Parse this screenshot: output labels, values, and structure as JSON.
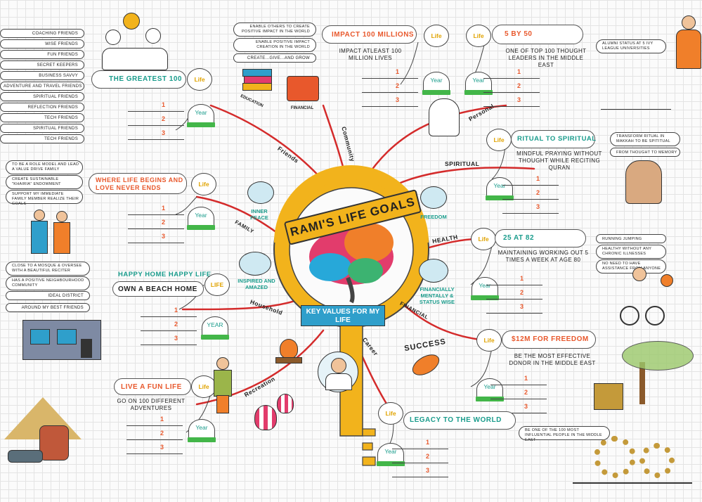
{
  "center": {
    "title": "RAMI'S LIFE GOALS",
    "banner": "KEY VALUES FOR MY LIFE"
  },
  "branches": {
    "friends": "Friends",
    "community": "Community",
    "personal": "Personal",
    "spiritual": "SPIRITUAL",
    "health": "HEALTH",
    "financial": "FINANCIAL",
    "career": "Career",
    "recreation": "Recreation",
    "household": "Household",
    "family": "FAMILY"
  },
  "values": {
    "education": "EDUCATION",
    "financial": "FINANCIAL",
    "inner_peace": "INNER PEACE",
    "freedom": "FREEDOM",
    "inspired": "INSPIRED AND AMAZED",
    "fin_mental": "FINANCIALLY MENTALLY & STATUS WISE"
  },
  "labels": {
    "life": "Life",
    "life_upper": "LIFE",
    "year": "Year",
    "year_upper": "YEAR",
    "y1": "1",
    "y2": "2",
    "y3": "3",
    "success": "SUCCESS"
  },
  "goals": {
    "greatest100": {
      "title": "THE GREATEST 100",
      "pills": [
        "COACHING FRIENDS",
        "WISE FRIENDS",
        "FUN FRIENDS",
        "SECRET KEEPERS",
        "BUSINESS SAVVY",
        "ADVENTURE AND TRAVEL FRIENDS",
        "SPIRITUAL FRIENDS",
        "REFLECTION FRIENDS",
        "TECH FRIENDS",
        "SPIRITUAL FRIENDS",
        "TECH FRIENDS"
      ]
    },
    "impact": {
      "title": "IMPACT 100 MILLIONS",
      "desc": "IMPACT ATLEAST 100 MILLION LIVES",
      "pills": [
        "ENABLE OTHERS TO CREATE POSITIVE IMPACT IN THE WORLD",
        "ENABLE POSITIVE IMPACT CREATION IN THE WORLD",
        "CREATE...GIVE...AND GROW"
      ]
    },
    "fiveby50": {
      "title": "5 BY 50",
      "desc": "ONE OF TOP 100 THOUGHT LEADERS IN THE MIDDLE EAST",
      "pills": [
        "ALUMNI STATUS AT 5 IVY LEAGUE UNIVERSITIES"
      ]
    },
    "ritual": {
      "title": "RITUAL TO SPIRITUAL",
      "desc": "MINDFUL PRAYING WITHOUT THOUGHT WHILE RECITING QURAN",
      "pills": [
        "TRANSFORM RITUAL IN MAKKAH TO BE SPITITUAL",
        "FROM THOUGHT TO MEMORY"
      ]
    },
    "life_begins": {
      "title": "WHERE LIFE BEGINS AND LOVE NEVER ENDS",
      "pills": [
        "TO BE A ROLE MODEL AND LEAD A VALUE DRIVE FAMILY",
        "CREATE SUSTAINABLE \"KHAIRIA\" ENDOWMENT",
        "SUPPORT MY IMMEDIATE FAMILY MEMBER REALIZE THEIR GOALS"
      ]
    },
    "health": {
      "title": "25 AT 82",
      "desc": "MAINTAINING WORKING OUT 5 TIMES A WEEK AT AGE 80",
      "pills": [
        "RUNNING JUMPING",
        "HEALTHY WITHOUT ANY CHRONIC ILLNESSES",
        "NO NEED TO HAVE ASSISTANCE FROM ANYONE"
      ]
    },
    "home": {
      "title": "HAPPY HOME HAPPY LIFE",
      "subtitle": "OWN A BEACH HOME",
      "pills": [
        "CLOSE TO A MOSQUE & OVERSEE WITH A BEAUTIFUL RECITER",
        "HAS A POSITIVE NEIGHBOURHOOD COMMUNITY",
        "IDEAL DISTRICT",
        "AROUND MY BEST FRIENDS"
      ]
    },
    "freedom": {
      "title": "$12M FOR FREEDOM",
      "desc": "BE THE MOST EFFECTIVE DONOR IN THE MIDDLE EAST"
    },
    "fun": {
      "title": "LIVE A FUN LIFE",
      "desc": "GO ON 100 DIFFERENT ADVENTURES"
    },
    "legacy": {
      "title": "LEGACY TO THE WORLD",
      "pills": [
        "BE ONE OF THE 100 MOST INFLUENTIAL PEOPLE IN THE MIDDLE EAST"
      ]
    }
  },
  "colors": {
    "branch": "#d42b2b",
    "key": "#f2b31c",
    "teal": "#1a9c8c",
    "orange": "#e8582c",
    "green": "#43b649"
  }
}
